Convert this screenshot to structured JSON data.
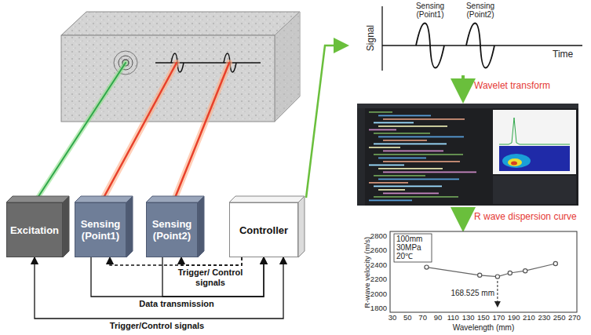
{
  "diagram": {
    "nodes": [
      {
        "text": [
          "Excitation"
        ]
      },
      {
        "text": [
          "Sensing (Point1)"
        ]
      },
      {
        "text": [
          "Sensing (Point2)"
        ]
      },
      {
        "text": [
          "Controller"
        ]
      }
    ],
    "edges": [
      {
        "from": 3,
        "to": 0,
        "arrow": "both",
        "label": "Trigger/Control signals"
      },
      {
        "from": 3,
        "to": 1,
        "arrow": "to",
        "label": "Trigger/ Control signals"
      },
      {
        "from": 3,
        "to": 2,
        "arrow": "to"
      },
      {
        "from": 1,
        "to": 3,
        "arrow": "to",
        "label": "Data transmission"
      },
      {
        "from": 2,
        "to": 3,
        "arrow": "to"
      }
    ],
    "labels": [
      "Sensing (Point1)",
      "Sensing (Point2)",
      "Signal",
      "Time",
      "Wavelet transform",
      "R wave dispersion curve",
      "2800",
      "2600",
      "2400",
      "2200",
      "2000",
      "1800",
      "30",
      "50",
      "70",
      "90",
      "110",
      "130",
      "150",
      "170",
      "190",
      "210",
      "230",
      "250",
      "270",
      "R-wave velocity (m/s)",
      "Wavelength (mm)",
      "100mm",
      "30MPa",
      "20℃",
      "168.525 mm"
    ]
  }
}
